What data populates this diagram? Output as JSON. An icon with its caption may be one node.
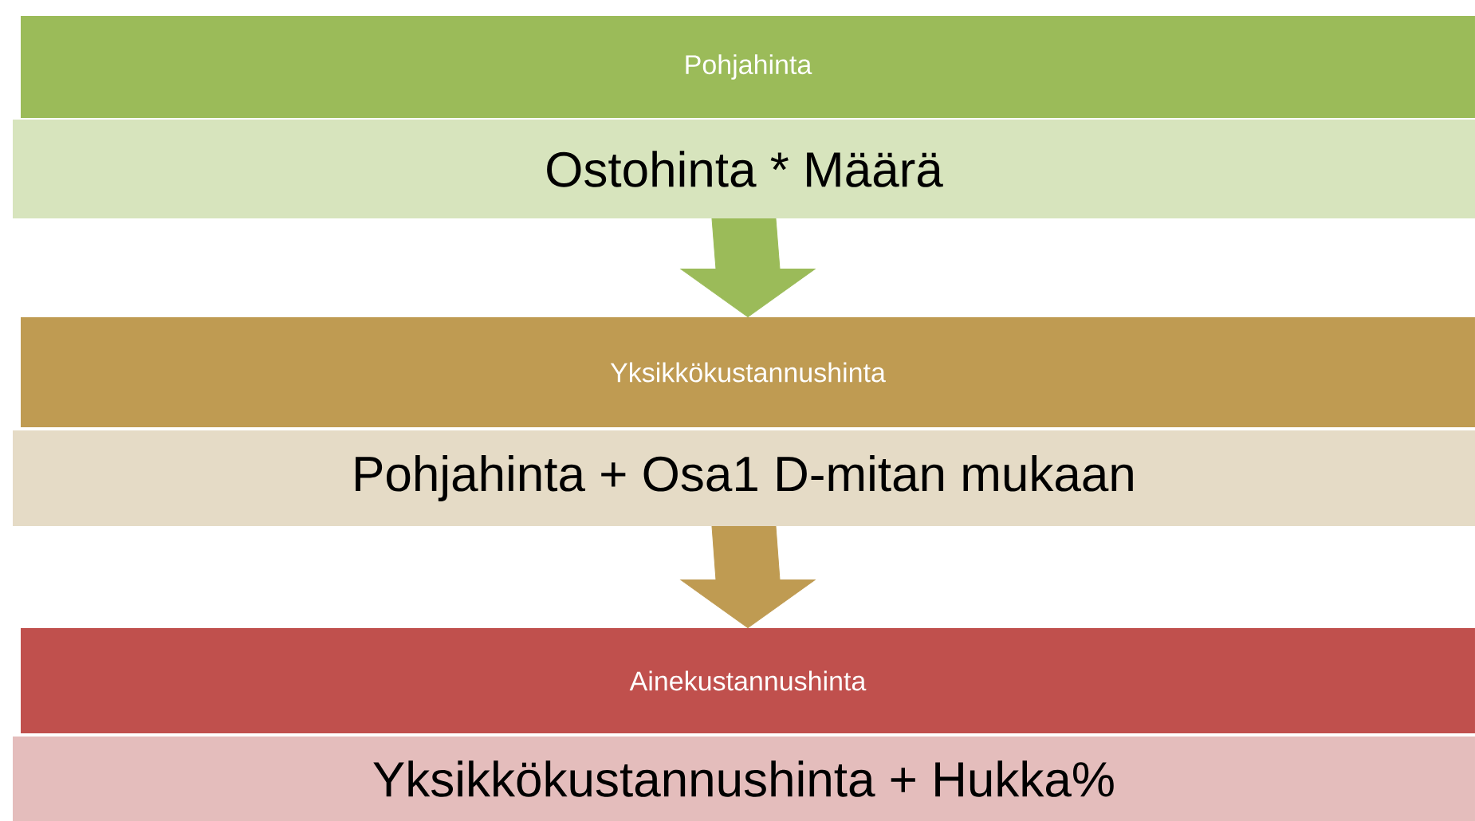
{
  "diagram": {
    "nodes": [
      {
        "text": [
          "Pohjahinta"
        ]
      },
      {
        "text": [
          "Ostohinta * Määrä"
        ]
      },
      {
        "text": [
          "Yksikkökustannushinta"
        ]
      },
      {
        "text": [
          "Pohjahinta + Osa1 D-mitan mukaan"
        ]
      },
      {
        "text": [
          "Ainekustannushinta"
        ]
      },
      {
        "text": [
          "Yksikkökustannushinta + Hukka%"
        ]
      }
    ],
    "edges": [
      {
        "from": 1,
        "to": 2,
        "arrow": "to",
        "color": "#9bbb59"
      },
      {
        "from": 3,
        "to": 4,
        "arrow": "to",
        "color": "#bf9b52"
      }
    ]
  }
}
